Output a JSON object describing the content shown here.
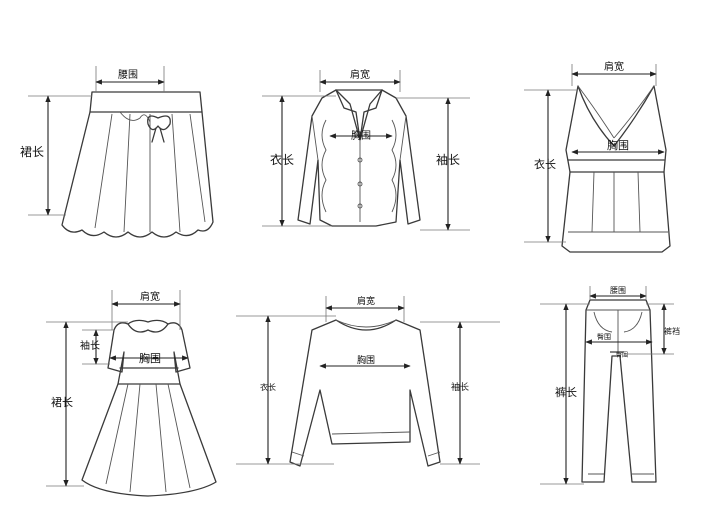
{
  "panels": {
    "skirt": {
      "waist": "腰围",
      "length": "裙长"
    },
    "jacket": {
      "shoulder": "肩宽",
      "chest": "胸围",
      "length": "衣长",
      "sleeve": "袖长"
    },
    "vest": {
      "shoulder": "肩宽",
      "chest": "胸围",
      "length": "衣长"
    },
    "dress": {
      "shoulder": "肩宽",
      "sleeve": "袖长",
      "chest": "胸围",
      "length": "裙长"
    },
    "sweater": {
      "shoulder": "肩宽",
      "chest": "胸围",
      "length": "衣长",
      "sleeve": "袖长"
    },
    "pants": {
      "waist": "腰围",
      "hip": "臀围",
      "hip_small": "臀围",
      "rise": "裤裆",
      "length": "裤长"
    }
  }
}
